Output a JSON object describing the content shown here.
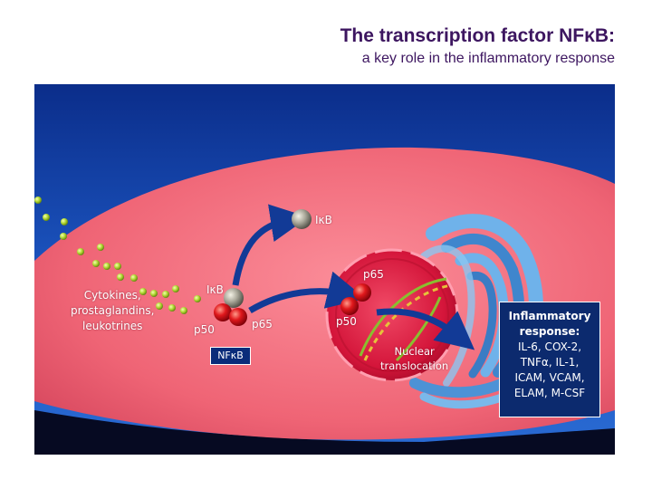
{
  "header": {
    "title": "The transcription factor NFκB:",
    "subtitle": "a key role in the inflammatory response"
  },
  "diagram": {
    "labels": {
      "ikb_free": "IκB",
      "ikb_bound": "IκB",
      "p50_cyto": "p50",
      "p65_cyto": "p65",
      "nfkb": "NFκB",
      "p65_nuc": "p65",
      "p50_nuc": "p50",
      "cytokines": [
        "Cytokines,",
        "prostaglandins,",
        "leukotrines"
      ],
      "nuclear": [
        "Nuclear",
        "translocation"
      ]
    },
    "response": {
      "heading": [
        "Inflammatory",
        "response:"
      ],
      "lines": [
        "IL-6, COX-2,",
        "TNFα, IL-1,",
        "ICAM, VCAM,",
        "ELAM, M-CSF"
      ]
    },
    "colors": {
      "background_blue": "#1a4fb3",
      "cell_pink": "#f06a7c",
      "nucleus_red": "#d8163a",
      "er_blue": "#4a96d8",
      "label_box": "#0a2c7a",
      "title_purple": "#3d1660"
    }
  }
}
